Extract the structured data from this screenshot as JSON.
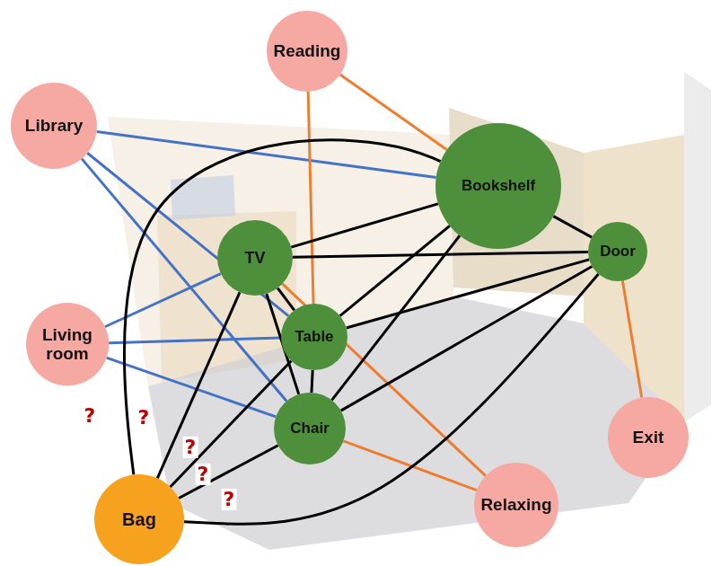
{
  "diagram": {
    "nodes": [
      {
        "text": [
          "Reading"
        ]
      },
      {
        "text": [
          "Library"
        ]
      },
      {
        "text": [
          "Bookshelf"
        ]
      },
      {
        "text": [
          "TV"
        ]
      },
      {
        "text": [
          "Door"
        ]
      },
      {
        "text": [
          "Living room"
        ]
      },
      {
        "text": [
          "Table"
        ]
      },
      {
        "text": [
          "Chair"
        ]
      },
      {
        "text": [
          "Exit"
        ]
      },
      {
        "text": [
          "Relaxing"
        ]
      },
      {
        "text": [
          "Bag"
        ]
      }
    ],
    "edges": [
      {
        "from": 1,
        "to": 2,
        "arrow": "none"
      },
      {
        "from": 1,
        "to": 6,
        "arrow": "none"
      },
      {
        "from": 1,
        "to": 7,
        "arrow": "none"
      },
      {
        "from": 5,
        "to": 3,
        "arrow": "none"
      },
      {
        "from": 5,
        "to": 6,
        "arrow": "none"
      },
      {
        "from": 5,
        "to": 7,
        "arrow": "none"
      },
      {
        "from": 0,
        "to": 2,
        "arrow": "none"
      },
      {
        "from": 0,
        "to": 6,
        "arrow": "none"
      },
      {
        "from": 9,
        "to": 3,
        "arrow": "none"
      },
      {
        "from": 9,
        "to": 7,
        "arrow": "none"
      },
      {
        "from": 8,
        "to": 4,
        "arrow": "none"
      },
      {
        "from": 2,
        "to": 4,
        "arrow": "none"
      },
      {
        "from": 3,
        "to": 2,
        "arrow": "none"
      },
      {
        "from": 3,
        "to": 4,
        "arrow": "none"
      },
      {
        "from": 3,
        "to": 6,
        "arrow": "none"
      },
      {
        "from": 3,
        "to": 7,
        "arrow": "none"
      },
      {
        "from": 6,
        "to": 2,
        "arrow": "none"
      },
      {
        "from": 6,
        "to": 4,
        "arrow": "none"
      },
      {
        "from": 6,
        "to": 7,
        "arrow": "none"
      },
      {
        "from": 7,
        "to": 2,
        "arrow": "none"
      },
      {
        "from": 7,
        "to": 4,
        "arrow": "none"
      },
      {
        "from": 10,
        "to": 2,
        "arrow": "none"
      },
      {
        "from": 10,
        "to": 3,
        "arrow": "none"
      },
      {
        "from": 10,
        "to": 6,
        "arrow": "none"
      },
      {
        "from": 10,
        "to": 7,
        "arrow": "none"
      },
      {
        "from": 10,
        "to": 4,
        "arrow": "none"
      }
    ],
    "labels": [
      "?",
      "?",
      "?",
      "?",
      "?"
    ]
  }
}
